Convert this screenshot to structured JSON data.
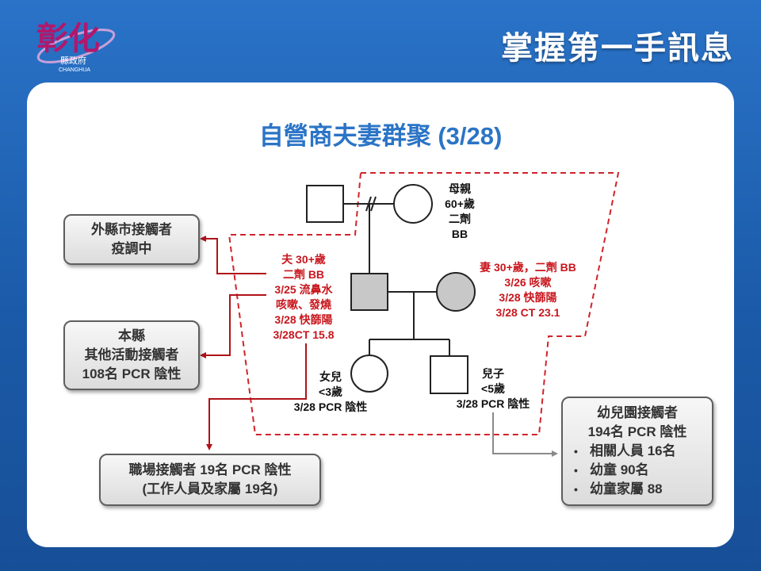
{
  "header": {
    "title": "掌握第一手訊息",
    "logo_text": "彰化",
    "logo_subtext": "縣政府",
    "logo_caption": "CHANGHUA"
  },
  "slide": {
    "title": "自營商夫妻群聚 (3/28)"
  },
  "persons": {
    "mother": [
      "母親",
      "60+歲",
      "二劑",
      "BB"
    ],
    "husband": [
      "夫 30+歲",
      "二劑 BB",
      "3/25 流鼻水",
      "咳嗽、發燒",
      "3/28 快篩陽",
      "3/28CT 15.8"
    ],
    "wife": [
      "妻 30+歲，二劑 BB",
      "3/26 咳嗽",
      "3/28 快篩陽",
      "3/28 CT 23.1"
    ],
    "daughter": [
      "女兒",
      "<3歲",
      "3/28 PCR 陰性"
    ],
    "son": [
      "兒子",
      "<5歲",
      "3/28 PCR 陰性"
    ]
  },
  "contacts": {
    "other_county": [
      "外縣市接觸者",
      "疫調中"
    ],
    "local": [
      "本縣",
      "其他活動接觸者",
      "108名 PCR 陰性"
    ],
    "workplace": [
      "職場接觸者 19名 PCR 陰性",
      "(工作人員及家屬 19名)"
    ],
    "kindergarten": {
      "title": [
        "幼兒園接觸者",
        "194名 PCR 陰性"
      ],
      "items": [
        "相關人員 16名",
        "幼童 90名",
        "幼童家屬 88"
      ]
    }
  },
  "colors": {
    "accent_red": "#c8161d",
    "title_blue": "#2b74c6",
    "background_blue": "#1d5fb0"
  }
}
